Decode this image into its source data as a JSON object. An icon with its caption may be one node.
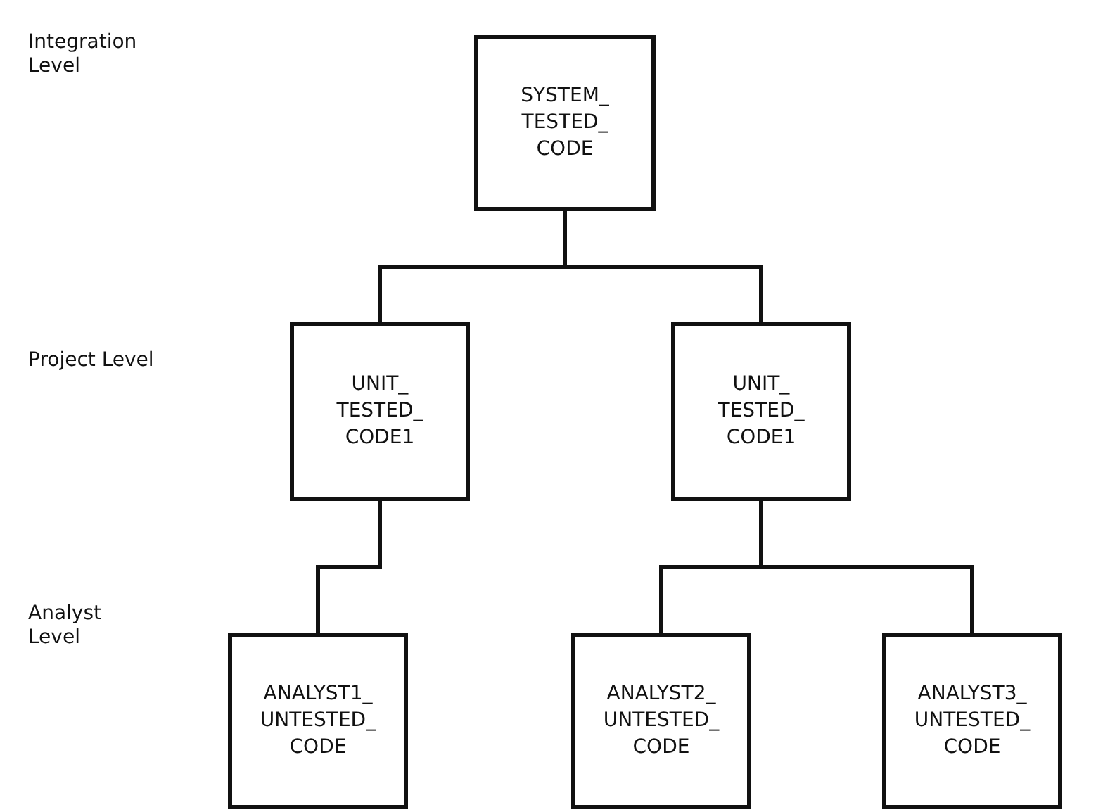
{
  "diagram": {
    "nodes": [
      {
        "text": [
          "SYSTEM_ TESTED_ CODE"
        ]
      },
      {
        "text": [
          "UNIT_ TESTED_ CODE1"
        ]
      },
      {
        "text": [
          "UNIT_ TESTED_ CODE1"
        ]
      },
      {
        "text": [
          "ANALYST1_ UNTESTED_ CODE"
        ]
      },
      {
        "text": [
          "ANALYST2_ UNTESTED_ CODE"
        ]
      },
      {
        "text": [
          "ANALYST3_ UNTESTED_ CODE"
        ]
      }
    ],
    "edges": [
      {
        "from": 0,
        "to": 1,
        "arrow": "none"
      },
      {
        "from": 0,
        "to": 2,
        "arrow": "none"
      },
      {
        "from": 1,
        "to": 3,
        "arrow": "none"
      },
      {
        "from": 2,
        "to": 4,
        "arrow": "none"
      },
      {
        "from": 2,
        "to": 5,
        "arrow": "none"
      }
    ],
    "labels": [
      "Integration Level",
      "Project Level",
      "Analyst Level"
    ]
  }
}
